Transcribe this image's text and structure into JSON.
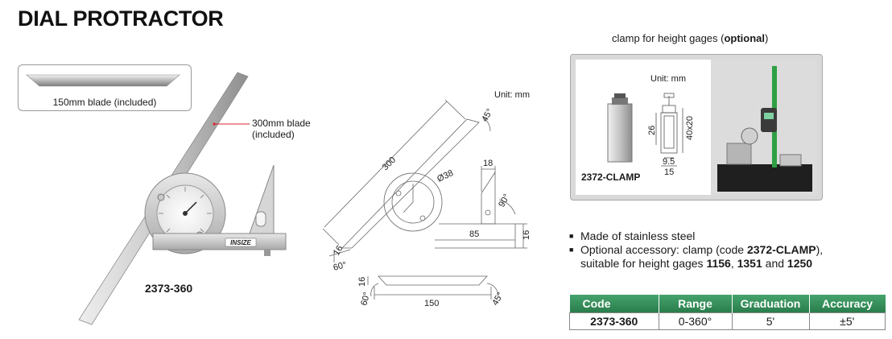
{
  "title": "DIAL PROTRACTOR",
  "blade_150_label": "150mm blade (included)",
  "blade_300_label_line1": "300mm blade",
  "blade_300_label_line2": "(included)",
  "brand_logo": "INSIZE",
  "model": "2373-360",
  "drawing": {
    "unit": "Unit: mm",
    "dims": {
      "length_300": "300",
      "angle_45_top": "45°",
      "diameter": "Ø38",
      "dim_18": "18",
      "angle_90": "90°",
      "dim_16_right": "16",
      "dim_85": "85",
      "dim_16_left": "16",
      "angle_60": "60°",
      "blade_thickness": "16",
      "blade_angle_60": "60°",
      "blade_length": "150",
      "blade_angle_45": "45°"
    }
  },
  "clamp": {
    "title_prefix": "clamp for height gages (",
    "title_bold": "optional",
    "title_suffix": ")",
    "unit": "Unit: mm",
    "code": "2372-CLAMP",
    "dims": {
      "d26": "26",
      "d40x20": "40x20",
      "d9_5": "9.5",
      "d15": "15"
    }
  },
  "bullets": {
    "b1": "Made of stainless steel",
    "b2_a": "Optional accessory: clamp (code ",
    "b2_code": "2372-CLAMP",
    "b2_b": "),",
    "b2_c": "suitable for height gages ",
    "g1": "1156",
    "sep1": ", ",
    "g2": "1351",
    "sep2": " and ",
    "g3": "1250"
  },
  "table": {
    "headers": {
      "code": "Code",
      "range": "Range",
      "graduation": "Graduation",
      "accuracy": "Accuracy"
    },
    "row": {
      "code": "2373-360",
      "range": "0-360°",
      "graduation": "5'",
      "accuracy": "±5'"
    }
  },
  "colors": {
    "header_green": "#2e8b57",
    "leader_red": "#d9262c"
  }
}
